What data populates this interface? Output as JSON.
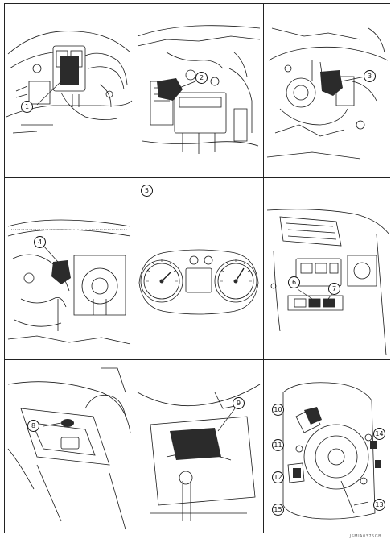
{
  "panels": [
    {
      "id": "p1",
      "callouts": [
        "1"
      ]
    },
    {
      "id": "p2",
      "callouts": [
        "2"
      ]
    },
    {
      "id": "p3",
      "callouts": [
        "3"
      ]
    },
    {
      "id": "p4",
      "callouts": [
        "4"
      ]
    },
    {
      "id": "p5",
      "callouts": [
        "5"
      ]
    },
    {
      "id": "p6",
      "callouts": [
        "6",
        "7"
      ]
    },
    {
      "id": "p7",
      "callouts": [
        "8"
      ]
    },
    {
      "id": "p8",
      "callouts": [
        "9"
      ]
    },
    {
      "id": "p9",
      "callouts": [
        "10",
        "11",
        "12",
        "13",
        "14",
        "15"
      ]
    }
  ],
  "callout_labels": {
    "c1": "1",
    "c2": "2",
    "c3": "3",
    "c4": "4",
    "c5": "5",
    "c6": "6",
    "c7": "7",
    "c8": "8",
    "c9": "9",
    "c10": "10",
    "c11": "11",
    "c12": "12",
    "c13": "13",
    "c14": "14",
    "c15": "15"
  },
  "footer_ref": "JSMIA0375GB",
  "line_color": "#1a1a1a",
  "fill_dark": "#2b2b2b"
}
